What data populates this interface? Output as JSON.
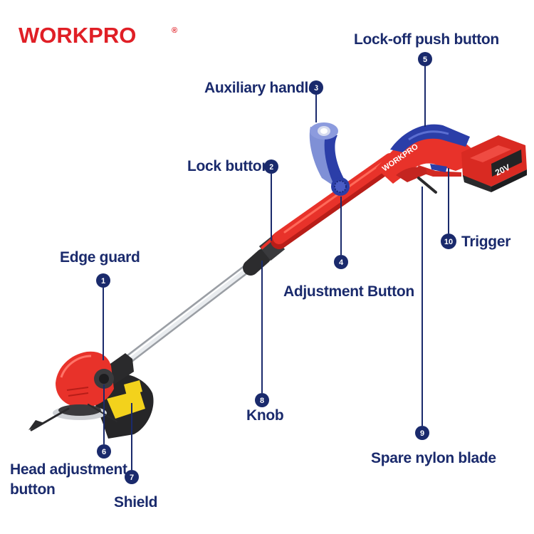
{
  "brand": {
    "name": "WORKPRO",
    "registered": "®"
  },
  "colors": {
    "brand_red": "#e01f26",
    "label_navy": "#1a2a6c",
    "tool_red": "#e8322a",
    "accent_blue": "#2b3ea8"
  },
  "product": {
    "body_logo": "WORKPRO",
    "battery_voltage": "20V"
  },
  "parts": [
    {
      "number": "1",
      "label": "Edge guard"
    },
    {
      "number": "2",
      "label": "Lock button"
    },
    {
      "number": "3",
      "label": "Auxiliary handle"
    },
    {
      "number": "4",
      "label": "Adjustment Button"
    },
    {
      "number": "5",
      "label": "Lock-off push button"
    },
    {
      "number": "6",
      "label": "Head adjustment button"
    },
    {
      "number": "7",
      "label": "Shield"
    },
    {
      "number": "8",
      "label": "Knob"
    },
    {
      "number": "9",
      "label": "Spare nylon blade"
    },
    {
      "number": "10",
      "label": "Trigger"
    }
  ]
}
